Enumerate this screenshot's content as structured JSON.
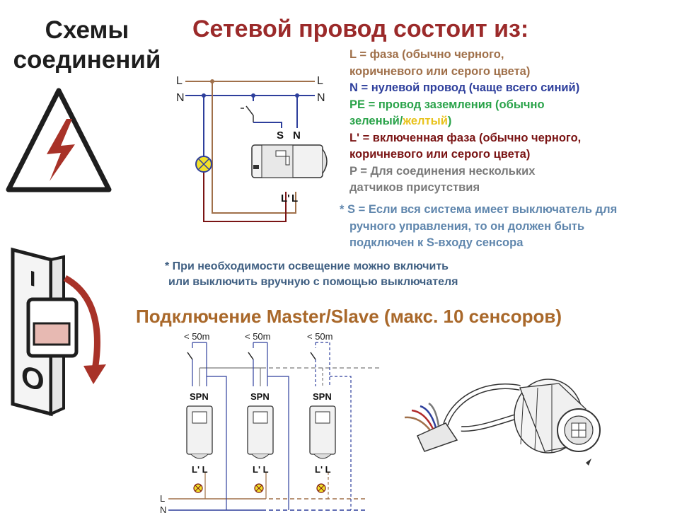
{
  "colors": {
    "phase": "#a0704a",
    "neutral": "#2e3f9c",
    "pe_green": "#2aa34a",
    "pe_yellow": "#e8c21a",
    "switched_phase": "#7a1414",
    "p_gray": "#7a7a7a",
    "note_blue": "#5f86ad",
    "note_dark": "#3f5f82",
    "title_red": "#9b2a2a",
    "subtitle_orange": "#a9682a"
  },
  "side_title": [
    "Схемы",
    "соединений"
  ],
  "breaker": {
    "on_label": "I",
    "off_label": "O"
  },
  "main_title": "Сетевой провод состоит из:",
  "legend": {
    "L": [
      "L   = фаза  (обычно черного,",
      "коричневого или серого цвета)"
    ],
    "N": "N  = нулевой провод (чаще всего синий)",
    "PE_1": "PE =  провод заземления  (обычно",
    "PE_2a": "зеленый/",
    "PE_2b": "желтый",
    "PE_2c": ")",
    "Lp": [
      "L'  = включенная фаза (обычно черного,",
      "коричневого или серого цвета)"
    ],
    "P": [
      "P  = Для соединения нескольких",
      "датчиков присутствия"
    ],
    "S": [
      "* S = Если вся система имеет выключатель для",
      "ручного управления, то он должен быть",
      "подключен к S-входу сенсора"
    ]
  },
  "manual_note": [
    "* При необходимости освещение можно включить",
    "или выключить вручную с помощью выключателя"
  ],
  "subtitle": "Подключение Master/Slave (макс. 10 сенсоров)",
  "top_diagram": {
    "L_left": "L",
    "N_left": "N",
    "L_right": "L",
    "N_right": "N",
    "S": "S",
    "N": "N",
    "Lp": "L'",
    "L": "L"
  },
  "slave_diagram": {
    "distance": "< 50m",
    "terminals": "SPN",
    "outputs": "L' L",
    "L": "L",
    "N": "N"
  }
}
